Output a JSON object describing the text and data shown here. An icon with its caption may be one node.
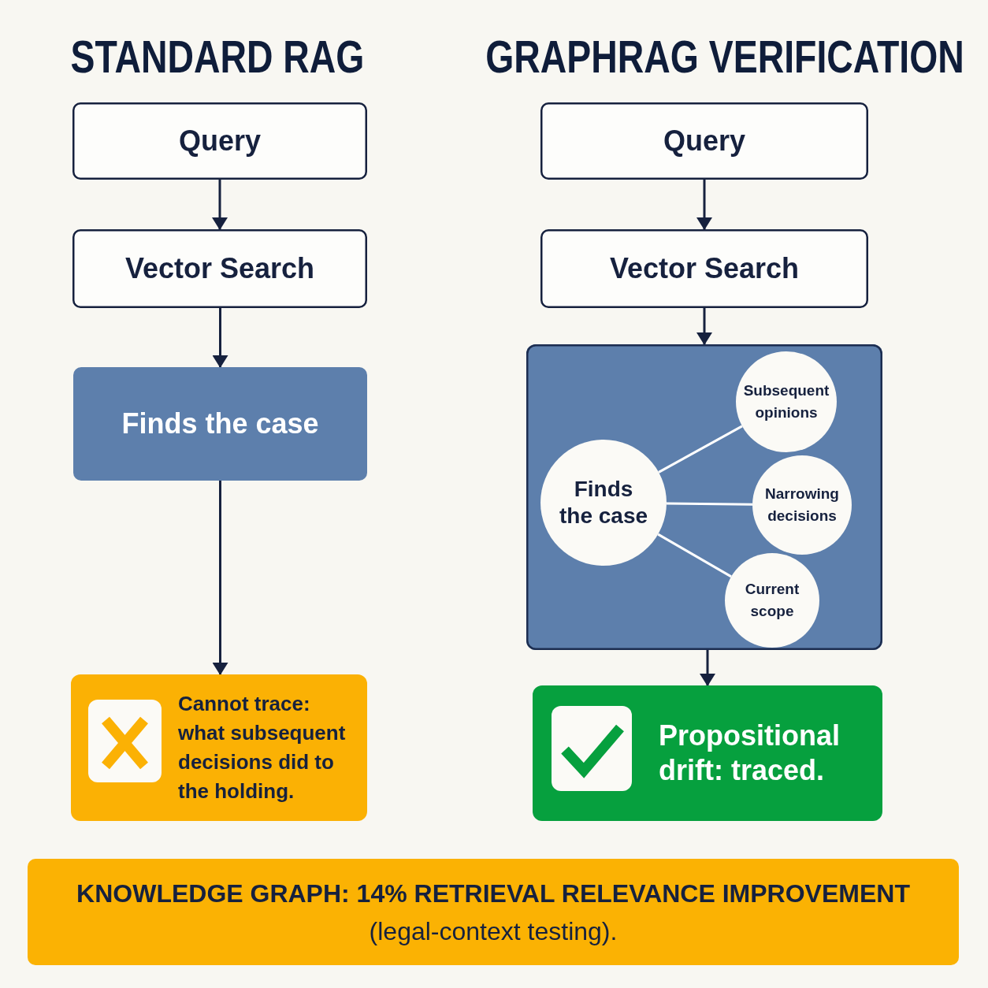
{
  "diagram": {
    "nodes": [
      {
        "text": [
          "Query"
        ]
      },
      {
        "text": [
          "Vector Search"
        ]
      },
      {
        "text": [
          "Finds the case"
        ]
      },
      {
        "text": [
          "Cannot trace: what subsequent decisions did to the holding."
        ]
      },
      {
        "text": [
          "Query"
        ]
      },
      {
        "text": [
          "Vector Search"
        ]
      },
      {
        "text": [],
        "shape": "box"
      },
      {
        "text": [
          "Finds the case"
        ],
        "in": 6
      },
      {
        "text": [
          "Subsequent opinions"
        ],
        "in": 6
      },
      {
        "text": [
          "Narrowing decisions"
        ],
        "in": 6
      },
      {
        "text": [
          "Current scope"
        ],
        "in": 6
      },
      {
        "text": [
          "Propositional drift: traced."
        ]
      },
      {
        "text": [
          "**KNOWLEDGE GRAPH: 14% RETRIEVAL RELEVANCE IMPROVEMENT** (legal-context testing)."
        ]
      }
    ],
    "edges": [
      {
        "from": 0,
        "to": 1,
        "arrow": "to"
      },
      {
        "from": 1,
        "to": 2,
        "arrow": "to"
      },
      {
        "from": 2,
        "to": 3,
        "arrow": "to"
      },
      {
        "from": 4,
        "to": 5,
        "arrow": "to"
      },
      {
        "from": 5,
        "to": 6,
        "arrow": "to"
      },
      {
        "from": 7,
        "to": 8,
        "arrow": "none",
        "color": "#ffffff"
      },
      {
        "from": 7,
        "to": 9,
        "arrow": "none",
        "color": "#ffffff"
      },
      {
        "from": 7,
        "to": 10,
        "arrow": "none",
        "color": "#ffffff"
      },
      {
        "from": 6,
        "to": 11,
        "arrow": "to"
      }
    ],
    "labels": [
      "STANDARD RAG",
      "GRAPHRAG VERIFICATION"
    ]
  }
}
